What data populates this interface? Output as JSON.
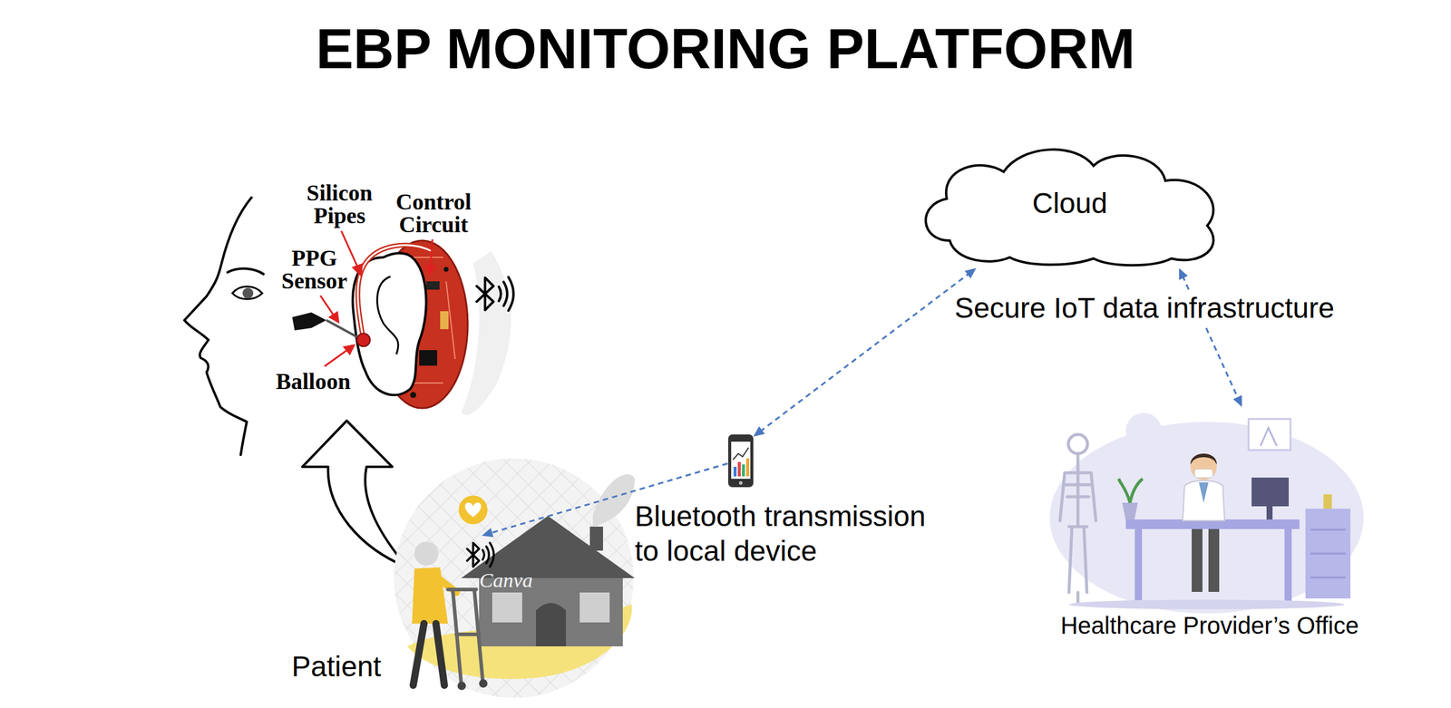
{
  "diagram": {
    "title": "EBP MONITORING PLATFORM",
    "nodes": [
      {
        "text": [
          "Patient"
        ]
      },
      {
        "text": [
          "Bluetooth transmission to local device"
        ]
      },
      {
        "text": [
          "Cloud"
        ]
      },
      {
        "text": [
          "Healthcare Provider’s Office"
        ]
      }
    ],
    "edges": [
      {
        "from": 1,
        "to": 0,
        "arrow": "to"
      },
      {
        "from": 1,
        "to": 2,
        "arrow": "both"
      },
      {
        "from": 2,
        "to": 3,
        "arrow": "both"
      }
    ],
    "labels": [
      "Silicon Pipes",
      "Control Circuit",
      "PPG Sensor",
      "Balloon",
      "Secure IoT data infrastructure",
      "Canva"
    ]
  }
}
